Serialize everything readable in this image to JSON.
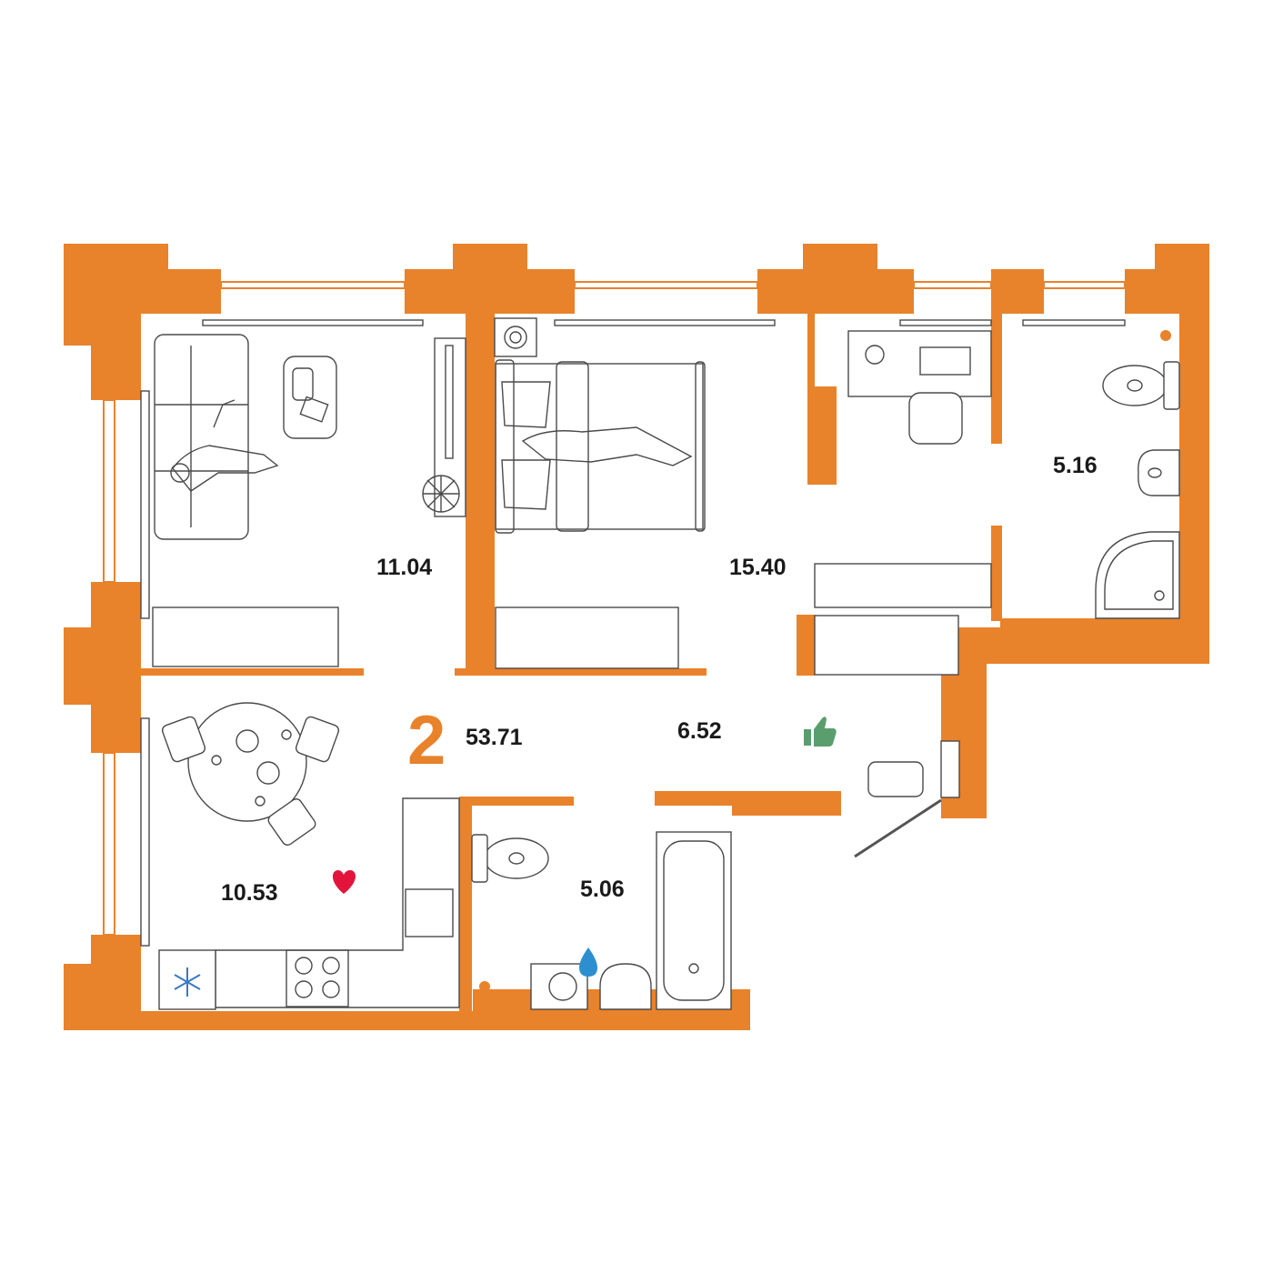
{
  "plan": {
    "room_count": "2",
    "total_area": "53.71",
    "colors": {
      "wall": "#E8822B",
      "heart": "#E3143C",
      "thumb": "#5A9E6E",
      "drop": "#2E8FD0",
      "snowflake": "#3A78C2",
      "furniture": "#4a4a4a"
    },
    "rooms": [
      {
        "id": "living-room",
        "area": "11.04"
      },
      {
        "id": "bedroom",
        "area": "15.40"
      },
      {
        "id": "bathroom-right",
        "area": "5.16"
      },
      {
        "id": "hallway",
        "area": "6.52"
      },
      {
        "id": "kitchen",
        "area": "10.53"
      },
      {
        "id": "bathroom-center",
        "area": "5.06"
      }
    ],
    "icons": [
      "heart-icon",
      "thumbs-up-icon",
      "water-drop-icon",
      "snowflake-icon"
    ]
  }
}
